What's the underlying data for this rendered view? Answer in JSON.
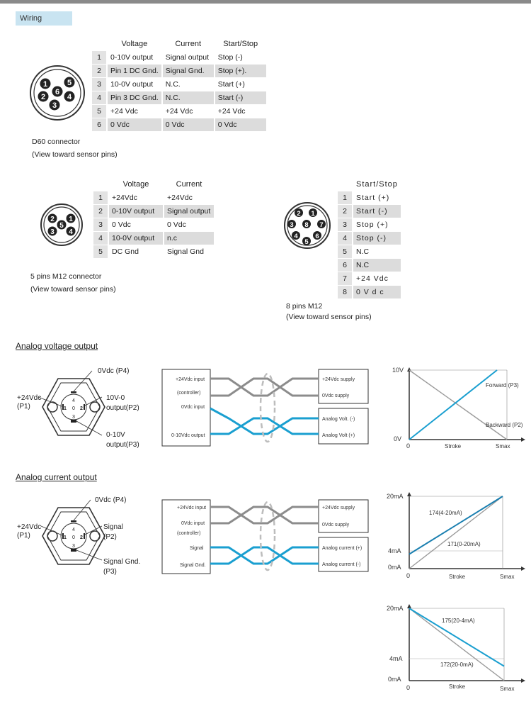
{
  "wiring_tag": "Wiring",
  "d60": {
    "headers": [
      "Voltage",
      "Current",
      "Start/Stop"
    ],
    "rows": [
      {
        "pin": "1",
        "voltage": "0-10V output",
        "current": "Signal output",
        "startstop": "Stop (-)"
      },
      {
        "pin": "2",
        "voltage": "Pin 1 DC Gnd.",
        "current": "Signal Gnd.",
        "startstop": "Stop (+)."
      },
      {
        "pin": "3",
        "voltage": "10-0V output",
        "current": "N.C.",
        "startstop": "Start (+)"
      },
      {
        "pin": "4",
        "voltage": "Pin 3 DC Gnd.",
        "current": "N.C.",
        "startstop": "Start (-)"
      },
      {
        "pin": "5",
        "voltage": "+24 Vdc",
        "current": "+24 Vdc",
        "startstop": "+24 Vdc"
      },
      {
        "pin": "6",
        "voltage": "0 Vdc",
        "current": "0 Vdc",
        "startstop": "0 Vdc"
      }
    ],
    "caption1": "D60 connector",
    "caption2": "(View toward sensor pins)",
    "pin_numbers": [
      "1",
      "2",
      "3",
      "4",
      "5",
      "6"
    ]
  },
  "m12_5": {
    "headers": [
      "Voltage",
      "Current"
    ],
    "rows": [
      {
        "pin": "1",
        "voltage": "+24Vdc",
        "current": "+24Vdc"
      },
      {
        "pin": "2",
        "voltage": "0-10V output",
        "current": "Signal output"
      },
      {
        "pin": "3",
        "voltage": "0 Vdc",
        "current": "0 Vdc"
      },
      {
        "pin": "4",
        "voltage": "10-0V output",
        "current": "n.c"
      },
      {
        "pin": "5",
        "voltage": "DC Gnd",
        "current": "Signal Gnd"
      }
    ],
    "caption1": "5 pins M12 connector",
    "caption2": "(View toward sensor pins)",
    "pin_numbers": [
      "1",
      "2",
      "3",
      "4",
      "5"
    ]
  },
  "m12_8": {
    "headers": [
      "Start/Stop"
    ],
    "rows": [
      {
        "pin": "1",
        "value": "Start (+)"
      },
      {
        "pin": "2",
        "value": "Start (-)"
      },
      {
        "pin": "3",
        "value": "Stop (+)"
      },
      {
        "pin": "4",
        "value": "Stop (-)"
      },
      {
        "pin": "5",
        "value": "N.C"
      },
      {
        "pin": "6",
        "value": "N.C"
      },
      {
        "pin": "7",
        "value": "+24 Vdc"
      },
      {
        "pin": "8",
        "value": "0 V d c"
      }
    ],
    "caption1": "8 pins M12",
    "caption2": "(View toward sensor pins)",
    "pin_numbers": [
      "1",
      "2",
      "3",
      "4",
      "5",
      "6",
      "7",
      "8"
    ]
  },
  "analog_voltage": {
    "title": "Analog voltage output",
    "conn_labels": {
      "p4": "0Vdc  (P4)",
      "p1a": "+24Vdc",
      "p1b": "(P1)",
      "p2a": "10V-0",
      "p2b": "output(P2)",
      "p3a": "0-10V",
      "p3b": "output(P3)",
      "pins": [
        "4",
        "1",
        "0",
        "2",
        "3"
      ]
    },
    "wiring": {
      "left": [
        "+24Vdc input",
        "(controller)",
        "0Vdc input",
        "0-10Vdc output"
      ],
      "right": [
        "+24Vdc supply",
        "0Vdc supply",
        "Analog Volt. (-)",
        "Analog Volt (+)"
      ]
    },
    "chart_data": {
      "type": "line",
      "x_labels": [
        "0",
        "Stroke",
        "Smax"
      ],
      "y_labels": [
        "10V",
        "0V"
      ],
      "series": [
        {
          "name": "Forward (P3)",
          "x": [
            0,
            1
          ],
          "y": [
            0,
            10
          ]
        },
        {
          "name": "Backward (P2)",
          "x": [
            0,
            1
          ],
          "y": [
            10,
            0
          ]
        }
      ],
      "ylim": [
        0,
        10
      ],
      "colors": {
        "forward": "#1a9fd0",
        "backward": "#9a9a9a"
      }
    }
  },
  "analog_current": {
    "title": "Analog current output",
    "conn_labels": {
      "p4": "0Vdc  (P4)",
      "p1a": "+24Vdc",
      "p1b": "(P1)",
      "p2a": "Signal",
      "p2b": "(P2)",
      "p3a": "Signal Gnd.",
      "p3b": "(P3)",
      "pins": [
        "4",
        "1",
        "0",
        "2",
        "3"
      ]
    },
    "wiring": {
      "left": [
        "+24Vdc input",
        "0Vdc input",
        "(controller)",
        "Signal",
        "Signal Gnd."
      ],
      "right": [
        "+24Vdc supply",
        "0Vdc supply",
        "Analog current (+)",
        "Analog current (-)"
      ]
    },
    "chart_data": [
      {
        "type": "line",
        "x_labels": [
          "0",
          "Stroke",
          "Smax"
        ],
        "y_labels": [
          "20mA",
          "4mA",
          "0mA"
        ],
        "series": [
          {
            "name": "174(4-20mA)",
            "x": [
              0,
              1
            ],
            "y": [
              4,
              20
            ]
          },
          {
            "name": "171(0-20mA)",
            "x": [
              0,
              1
            ],
            "y": [
              0,
              20
            ]
          }
        ],
        "ylim": [
          0,
          20
        ]
      },
      {
        "type": "line",
        "x_labels": [
          "0",
          "Stroke",
          "Smax"
        ],
        "y_labels": [
          "20mA",
          "4mA",
          "0mA"
        ],
        "series": [
          {
            "name": "175(20-4mA)",
            "x": [
              0,
              1
            ],
            "y": [
              20,
              4
            ]
          },
          {
            "name": "172(20-0mA)",
            "x": [
              0,
              1
            ],
            "y": [
              20,
              0
            ]
          }
        ],
        "ylim": [
          0,
          20
        ]
      }
    ]
  }
}
